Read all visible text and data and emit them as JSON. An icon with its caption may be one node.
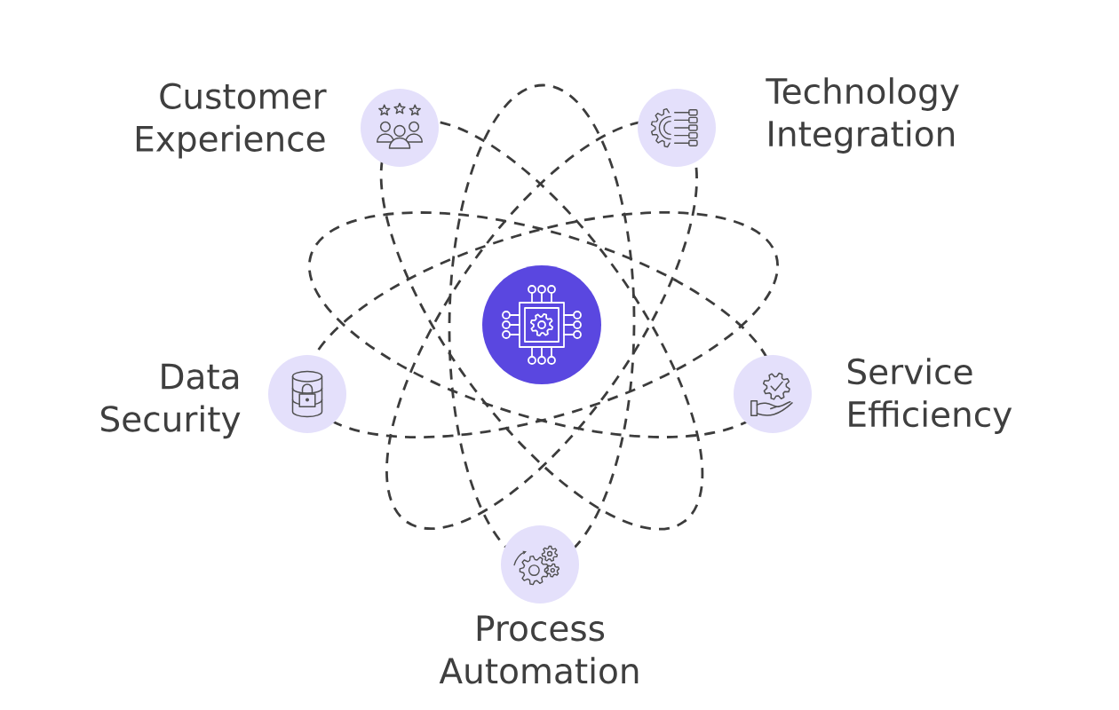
{
  "diagram": {
    "nodes": [
      {
        "text": [
          "Customer Experience"
        ]
      },
      {
        "text": [
          "Technology Integration"
        ]
      },
      {
        "text": [],
        "shape": "circle"
      },
      {
        "text": [
          "Data Security"
        ]
      },
      {
        "text": [
          "Service Efficiency"
        ]
      },
      {
        "text": [
          "Process Automation"
        ]
      }
    ]
  }
}
